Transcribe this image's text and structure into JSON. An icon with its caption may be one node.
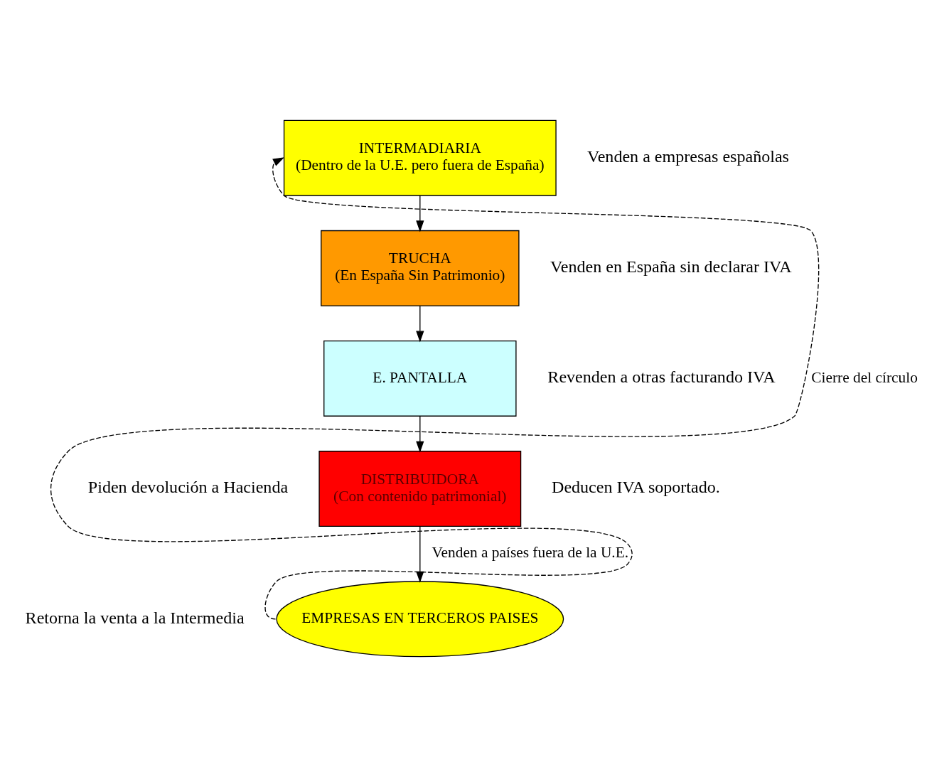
{
  "diagram": {
    "nodes": [
      {
        "text": [
          "INTERMADIARIA",
          "(Dentro de la U.E. pero fuera de España)"
        ],
        "beside": [
          "Venden a empresas españolas"
        ]
      },
      {
        "text": [
          "TRUCHA",
          "(En España Sin Patrimonio)"
        ],
        "beside": [
          "Venden en España sin declarar IVA"
        ]
      },
      {
        "text": [
          "E. PANTALLA"
        ],
        "beside": [
          "Revenden a otras facturando IVA"
        ]
      },
      {
        "text": [
          "DISTRIBUIDORA",
          "(Con contenido patrimonial)"
        ],
        "beside": [
          "Piden devolución a Hacienda",
          "Deducen IVA soportado."
        ]
      },
      {
        "text": [
          "EMPRESAS EN TERCEROS PAISES"
        ]
      }
    ],
    "edges": [
      {
        "from": 0,
        "to": 1,
        "arrow": "to"
      },
      {
        "from": 1,
        "to": 2,
        "arrow": "to"
      },
      {
        "from": 2,
        "to": 3,
        "arrow": "to"
      },
      {
        "from": 3,
        "to": 4,
        "label": "Venden a países fuera de la U.E.",
        "arrow": "to"
      },
      {
        "from": 4,
        "to": 0,
        "label": "Cierre del círculo",
        "arrow": "to",
        "style": "dashed"
      }
    ],
    "labels": [
      "Retorna la venta a la Intermedia"
    ]
  }
}
